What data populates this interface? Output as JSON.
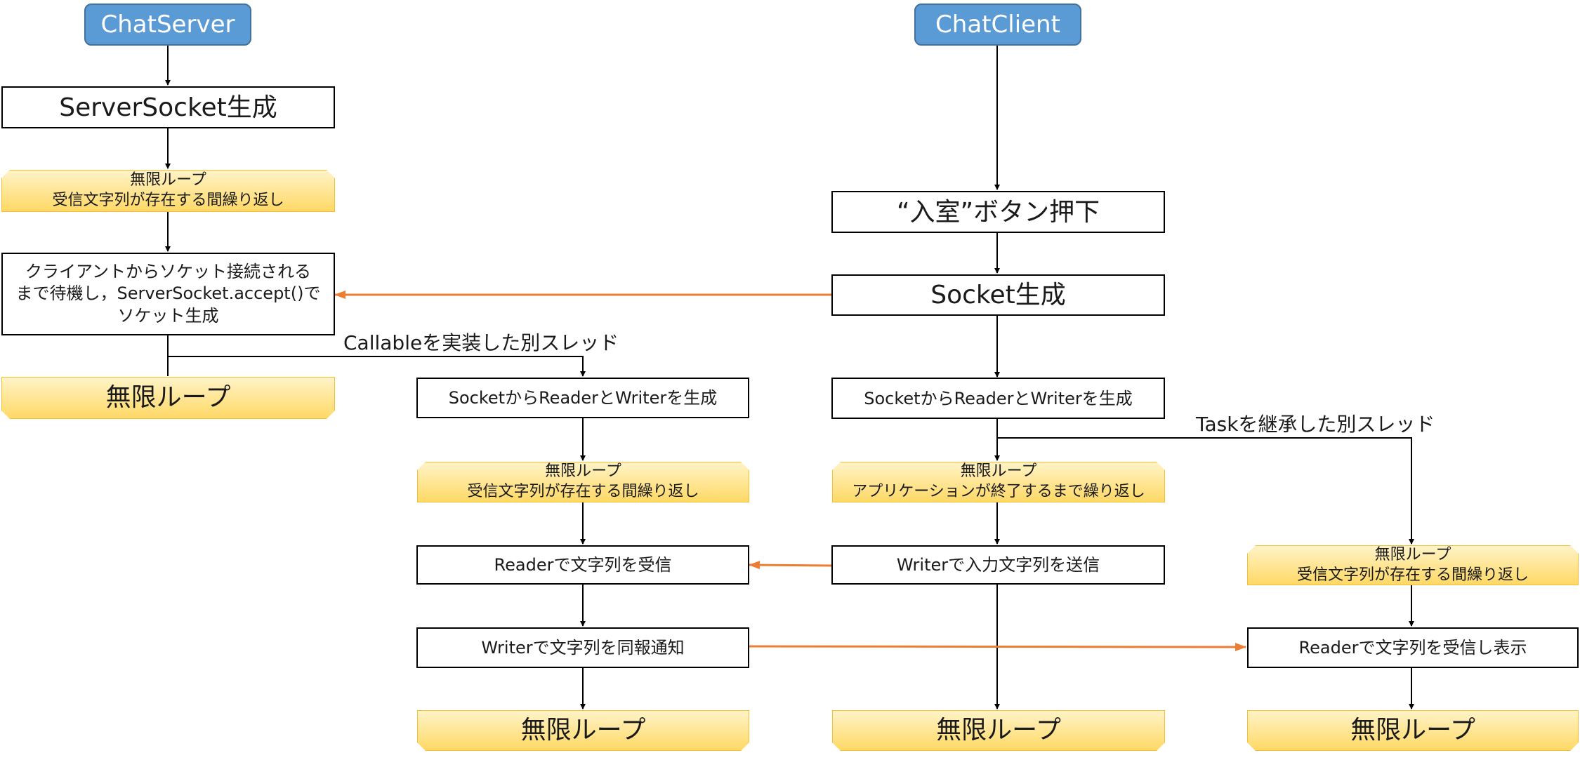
{
  "colors": {
    "actor": "#5b9bd5",
    "loop": "#ffd966",
    "flow_arrow": "#000000",
    "message_arrow": "#ed7d31"
  },
  "server": {
    "title": "ChatServer",
    "create_server_socket": "ServerSocket生成",
    "outer_loop": "無限ループ\n受信文字列が存在する間繰り返し",
    "accept": "クライアントからソケット接続される\nまで待機し，ServerSocket.accept()で\nソケット生成",
    "outer_loop_end": "無限ループ",
    "thread_label": "Callableを実装した別スレッド",
    "thread": {
      "create_streams": "SocketからReaderとWriterを生成",
      "loop": "無限ループ\n受信文字列が存在する間繰り返し",
      "receive": "Readerで文字列を受信",
      "broadcast": "Writerで文字列を同報通知",
      "loop_end": "無限ループ"
    }
  },
  "client": {
    "title": "ChatClient",
    "enter_button": "“入室”ボタン押下",
    "create_socket": "Socket生成",
    "create_streams": "SocketからReaderとWriterを生成",
    "loop": "無限ループ\nアプリケーションが終了するまで繰り返し",
    "send": "Writerで入力文字列を送信",
    "loop_end": "無限ループ",
    "thread_label": "Taskを継承した別スレッド",
    "thread": {
      "loop": "無限ループ\n受信文字列が存在する間繰り返し",
      "receive_display": "Readerで文字列を受信し表示",
      "loop_end": "無限ループ"
    }
  }
}
